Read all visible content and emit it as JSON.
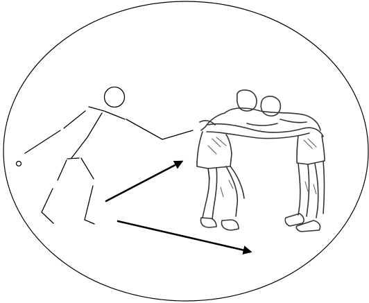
{
  "colors": {
    "background": "#ffffff",
    "line": "#000000",
    "sketch": "#333333"
  },
  "figure": {
    "frame_shape": "ellipse",
    "stick_figure": {
      "depicts": "kicking-person-icon"
    },
    "illustration": {
      "depicts": "two-wrestlers-clinch-icon"
    },
    "arrows": [
      {
        "direction": "up-right"
      },
      {
        "direction": "down-right"
      }
    ]
  }
}
